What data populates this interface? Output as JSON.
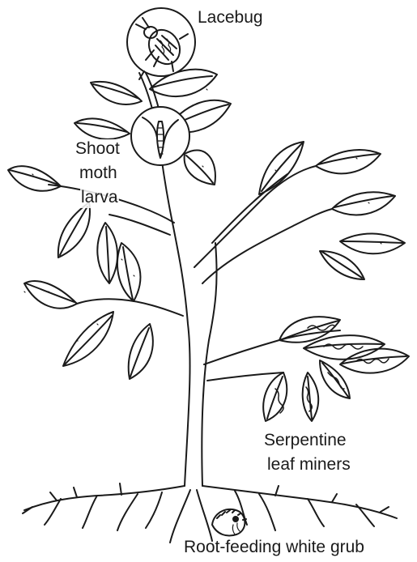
{
  "labels": {
    "lacebug": "Lacebug",
    "shoot_moth_larva": [
      "Shoot",
      "moth",
      "larva"
    ],
    "serpentine_leaf_miners": [
      "Serpentine",
      "leaf miners"
    ],
    "root_feeding_white_grub": "Root-feeding white grub"
  },
  "colors": {
    "ink": "#1a1a1a",
    "background": "#ffffff"
  },
  "icons": [
    "lacebug-insect-icon",
    "shoot-moth-larva-icon",
    "leaf-miner-trail-icon",
    "white-grub-icon"
  ]
}
